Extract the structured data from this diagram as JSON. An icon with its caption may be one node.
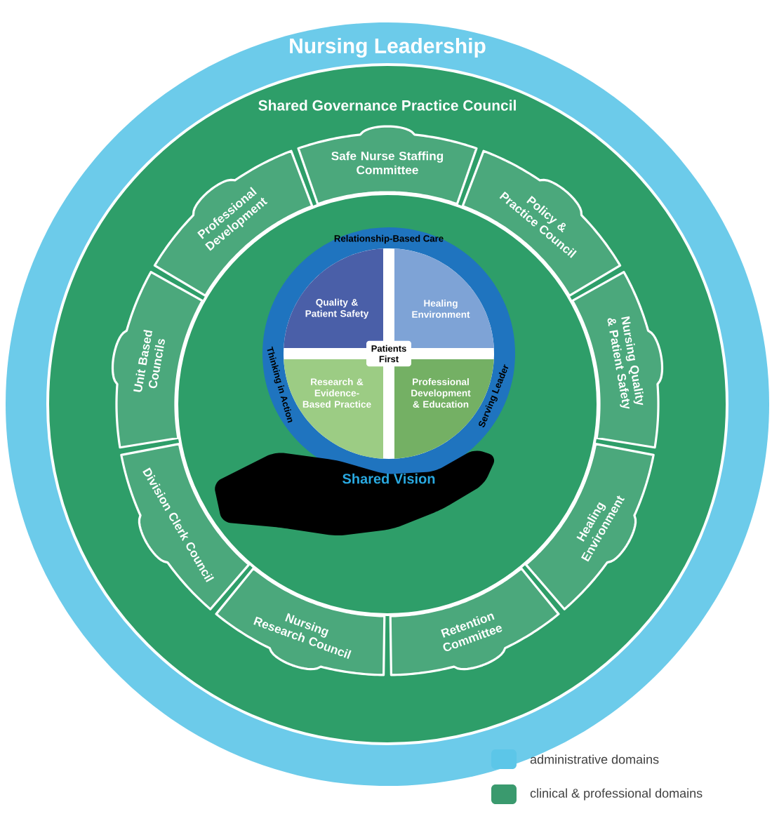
{
  "diagram": {
    "nodes": [
      {
        "text": [
          "Nursing Leadership"
        ]
      },
      {
        "text": [
          "Shared Governance Practice Council"
        ],
        "in": 0
      },
      {
        "text": [
          "Safe Nurse Staffing Committee"
        ],
        "in": 1
      },
      {
        "text": [
          "Policy & Practice Council"
        ],
        "in": 1
      },
      {
        "text": [
          "Nursing Quality & Patient Safety"
        ],
        "in": 1
      },
      {
        "text": [
          "Healing Environment"
        ],
        "in": 1
      },
      {
        "text": [
          "Retention Committee"
        ],
        "in": 1
      },
      {
        "text": [
          "Nursing Research Council"
        ],
        "in": 1
      },
      {
        "text": [
          "Division Clerk Council"
        ],
        "in": 1
      },
      {
        "text": [
          "Unit Based Councils"
        ],
        "in": 1
      },
      {
        "text": [
          "Professional Development"
        ],
        "in": 1
      },
      {
        "text": [
          "Relationship-Based Care",
          "Thinking in Action",
          "Serving Leader"
        ],
        "in": 1
      },
      {
        "text": [
          "Quality & Patient Safety"
        ],
        "in": 11
      },
      {
        "text": [
          "Healing Environment"
        ],
        "in": 11
      },
      {
        "text": [
          "Research & Evidence-Based Practice"
        ],
        "in": 11
      },
      {
        "text": [
          "Professional Development & Education"
        ],
        "in": 11
      },
      {
        "text": [
          "Patients First"
        ],
        "in": 11
      },
      {
        "text": [
          "Shared Vision"
        ],
        "in": 1
      }
    ],
    "legend": [
      {
        "text": "administrative domains",
        "color": "#5cc6e8"
      },
      {
        "text": "clinical & professional domains",
        "color": "#3a9a6e"
      }
    ]
  }
}
